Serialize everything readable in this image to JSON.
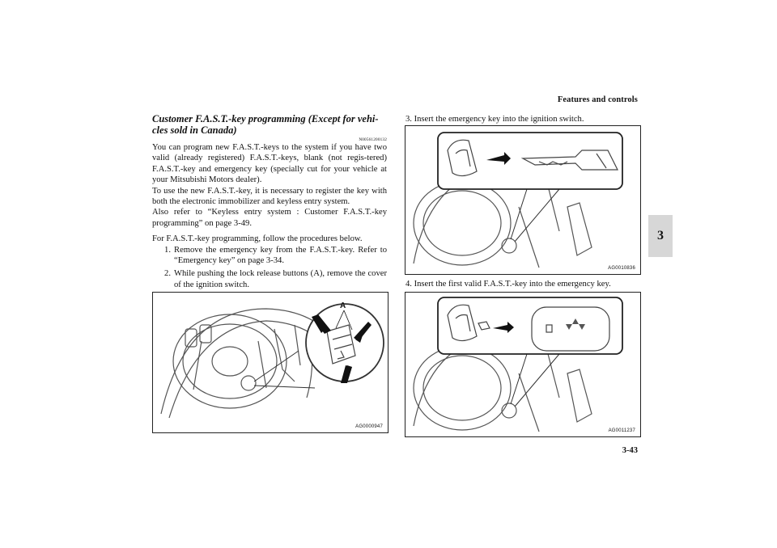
{
  "header": {
    "section_title": "Features and controls",
    "chapter_tab": "3",
    "page_number": "3-43"
  },
  "left_column": {
    "title": "Customer F.A.S.T.-key programming (Except for vehi-cles sold in Canada)",
    "ref_code": "N00561200132",
    "paragraphs": [
      "You can program new F.A.S.T.-keys to the system if you have two valid (already registered) F.A.S.T.-keys, blank (not regis-tered) F.A.S.T.-key and emergency key (specially cut for your vehicle at your Mitsubishi Motors dealer).",
      "To use the new F.A.S.T.-key, it is necessary to register the key with both the electronic immobilizer and keyless entry system.",
      "Also refer to “Keyless entry system : Customer F.A.S.T.-key programming” on page 3-49."
    ],
    "intro": "For F.A.S.T.-key programming, follow the procedures below.",
    "steps": [
      {
        "num": "1.",
        "text": "Remove the emergency key from the F.A.S.T.-key. Refer to “Emergency key” on page 3-34."
      },
      {
        "num": "2.",
        "text": "While pushing the lock release buttons (A), remove the cover of the ignition switch."
      }
    ]
  },
  "right_column": {
    "steps": [
      {
        "num": "3.",
        "text": "Insert the emergency key into the ignition switch."
      },
      {
        "num": "4.",
        "text": "Insert the first valid F.A.S.T.-key into the emergency key."
      }
    ]
  },
  "figures": [
    {
      "code": "AG0000947",
      "label": "A"
    },
    {
      "code": "AG0010836"
    },
    {
      "code": "AG0011237"
    }
  ]
}
